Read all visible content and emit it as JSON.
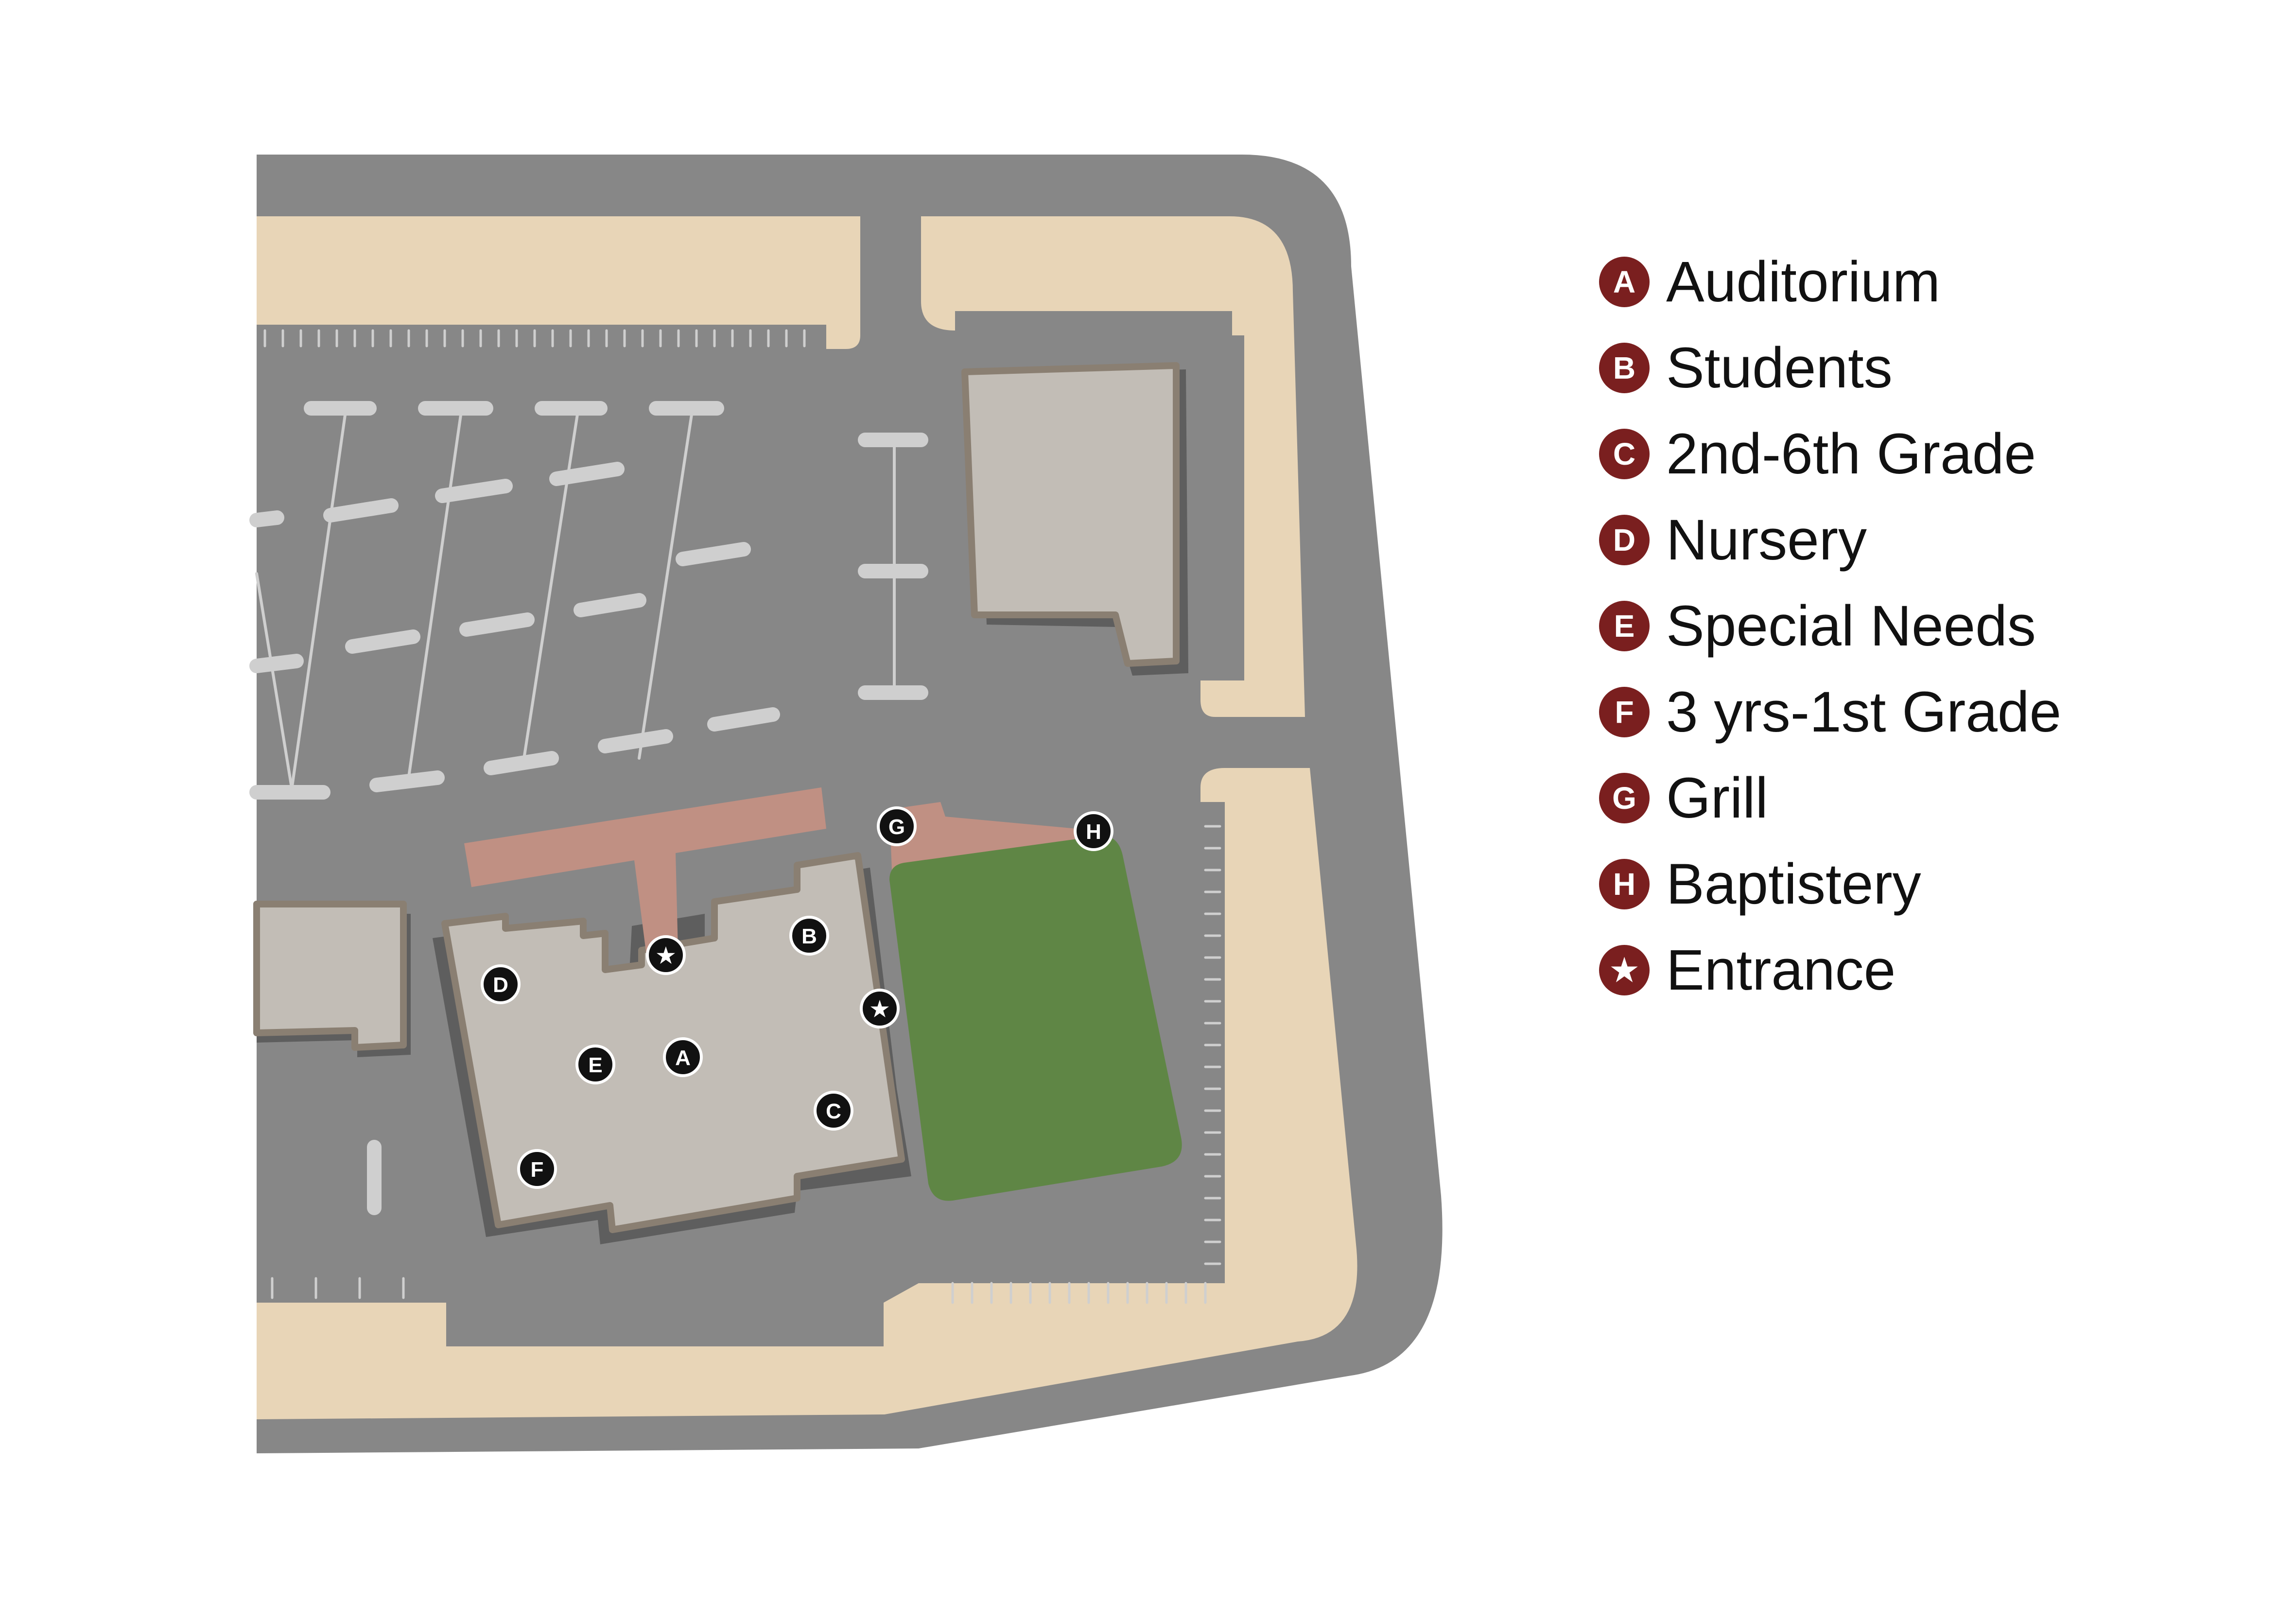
{
  "colors": {
    "road": "#878787",
    "sidewalk": "#e8d5b7",
    "building": "#c2bdb6",
    "building_edge": "#8a7f72",
    "shadow": "#5e5e5e",
    "walkway": "#c09083",
    "lawn": "#5f8645",
    "stripe": "#cfcfcf",
    "legend_badge": "#7a1f1f",
    "map_marker": "#111111"
  },
  "legend": {
    "items": [
      {
        "key": "A",
        "icon": "letter-badge",
        "label": "Auditorium"
      },
      {
        "key": "B",
        "icon": "letter-badge",
        "label": "Students"
      },
      {
        "key": "C",
        "icon": "letter-badge",
        "label": "2nd-6th Grade"
      },
      {
        "key": "D",
        "icon": "letter-badge",
        "label": "Nursery"
      },
      {
        "key": "E",
        "icon": "letter-badge",
        "label": "Special Needs"
      },
      {
        "key": "F",
        "icon": "letter-badge",
        "label": "3 yrs-1st Grade"
      },
      {
        "key": "G",
        "icon": "letter-badge",
        "label": "Grill"
      },
      {
        "key": "H",
        "icon": "letter-badge",
        "label": "Baptistery"
      },
      {
        "key": "★",
        "icon": "star-icon",
        "label": "Entrance"
      }
    ]
  },
  "markers": [
    {
      "key": "A"
    },
    {
      "key": "B"
    },
    {
      "key": "C"
    },
    {
      "key": "D"
    },
    {
      "key": "E"
    },
    {
      "key": "F"
    },
    {
      "key": "G"
    },
    {
      "key": "H"
    },
    {
      "key": "★"
    },
    {
      "key": "★"
    }
  ]
}
